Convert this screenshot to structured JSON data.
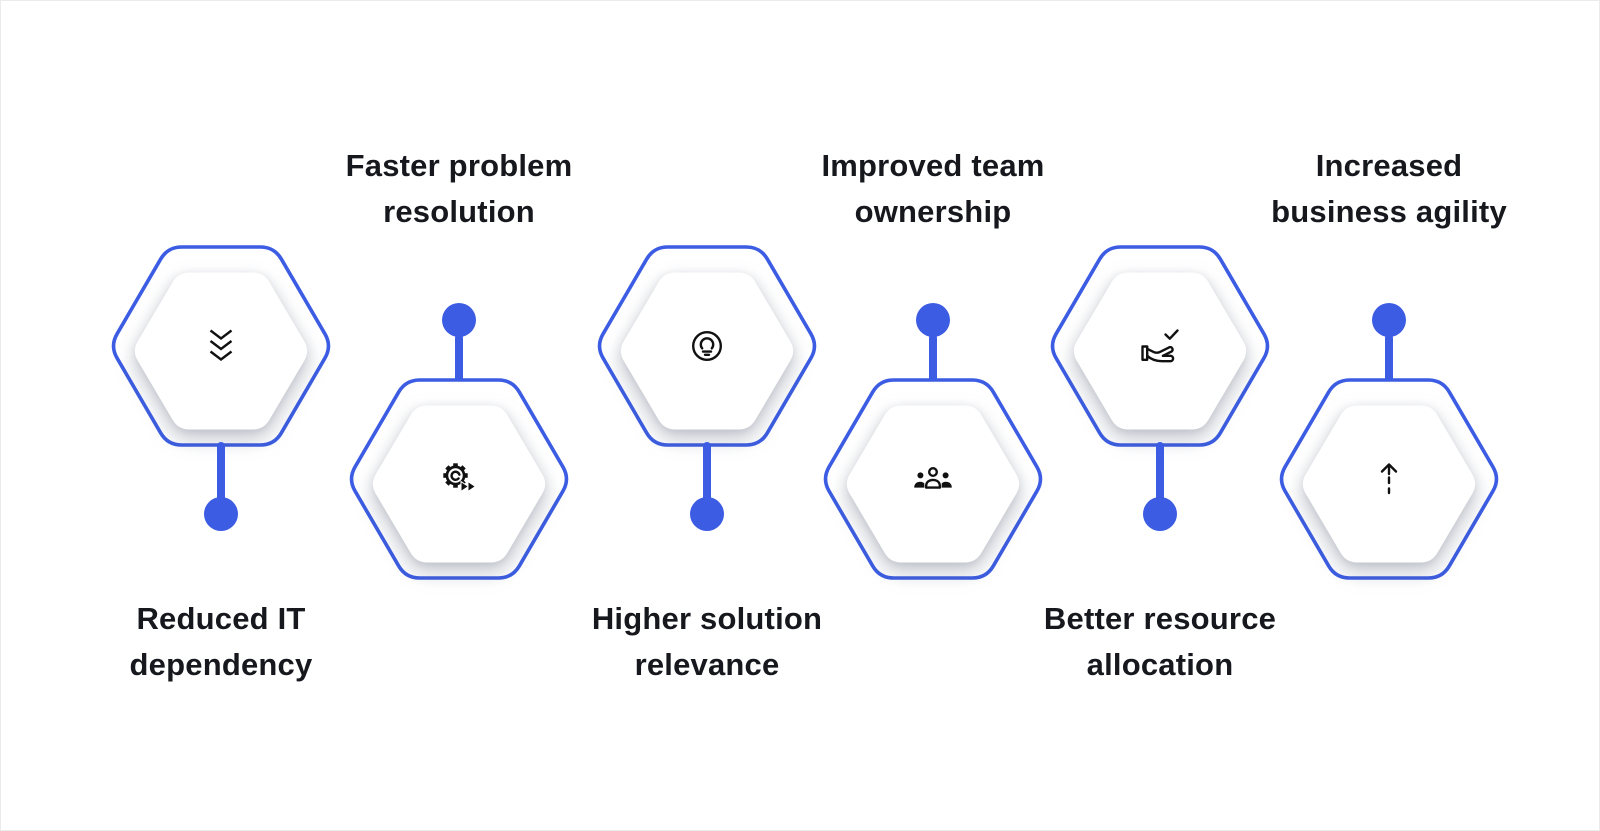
{
  "colors": {
    "accent": "#3B5CE3",
    "icon": "#111111",
    "text": "#16181d",
    "hex_fill": "#ffffff",
    "background": "#ffffff"
  },
  "items": [
    {
      "id": "reduced-it-dependency",
      "position": "up",
      "icon": "triple-chevron-down-icon",
      "line1": "Reduced IT",
      "line2": "dependency"
    },
    {
      "id": "faster-problem-resolution",
      "position": "down",
      "icon": "gear-fast-forward-icon",
      "line1": "Faster problem",
      "line2": "resolution"
    },
    {
      "id": "higher-solution-relevance",
      "position": "up",
      "icon": "lightbulb-circle-icon",
      "line1": "Higher solution",
      "line2": "relevance"
    },
    {
      "id": "improved-team-ownership",
      "position": "down",
      "icon": "team-icon",
      "line1": "Improved team",
      "line2": "ownership"
    },
    {
      "id": "better-resource-allocation",
      "position": "up",
      "icon": "hand-check-icon",
      "line1": "Better resource",
      "line2": "allocation"
    },
    {
      "id": "increased-business-agility",
      "position": "down",
      "icon": "arrow-up-dashed-icon",
      "line1": "Increased",
      "line2": "business agility"
    }
  ]
}
